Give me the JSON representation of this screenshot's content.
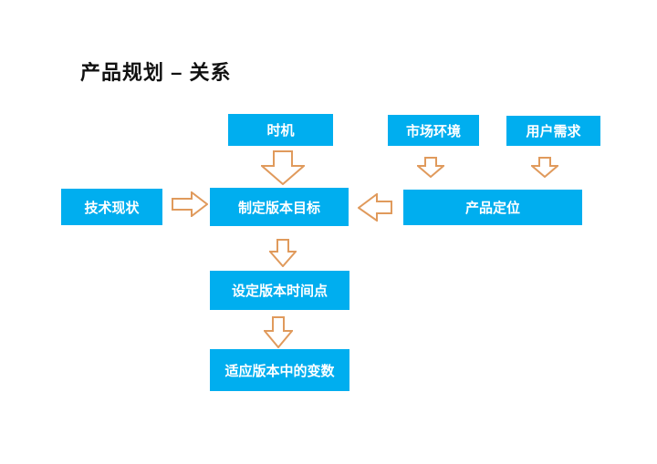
{
  "slide": {
    "title": "产品规划 – 关系"
  },
  "colors": {
    "background": "#ffffff",
    "box_fill": "#00AEEF",
    "box_text": "#ffffff",
    "arrow_stroke": "#E09A5C",
    "arrow_fill": "#ffffff",
    "title_text": "#111111"
  },
  "nodes": [
    {
      "id": "timing",
      "label": "时机"
    },
    {
      "id": "market-environment",
      "label": "市场环境"
    },
    {
      "id": "user-needs",
      "label": "用户需求"
    },
    {
      "id": "tech-status",
      "label": "技术现状"
    },
    {
      "id": "set-version-goals",
      "label": "制定版本目标"
    },
    {
      "id": "product-positioning",
      "label": "产品定位"
    },
    {
      "id": "set-version-timepoint",
      "label": "设定版本时间点"
    },
    {
      "id": "adapt-version-variables",
      "label": "适应版本中的变数"
    }
  ],
  "edges": [
    {
      "from": "timing",
      "to": "set-version-goals",
      "direction": "down"
    },
    {
      "from": "market-environment",
      "to": "product-positioning",
      "direction": "down"
    },
    {
      "from": "user-needs",
      "to": "product-positioning",
      "direction": "down"
    },
    {
      "from": "tech-status",
      "to": "set-version-goals",
      "direction": "right"
    },
    {
      "from": "product-positioning",
      "to": "set-version-goals",
      "direction": "left"
    },
    {
      "from": "set-version-goals",
      "to": "set-version-timepoint",
      "direction": "down"
    },
    {
      "from": "set-version-timepoint",
      "to": "adapt-version-variables",
      "direction": "down"
    }
  ]
}
